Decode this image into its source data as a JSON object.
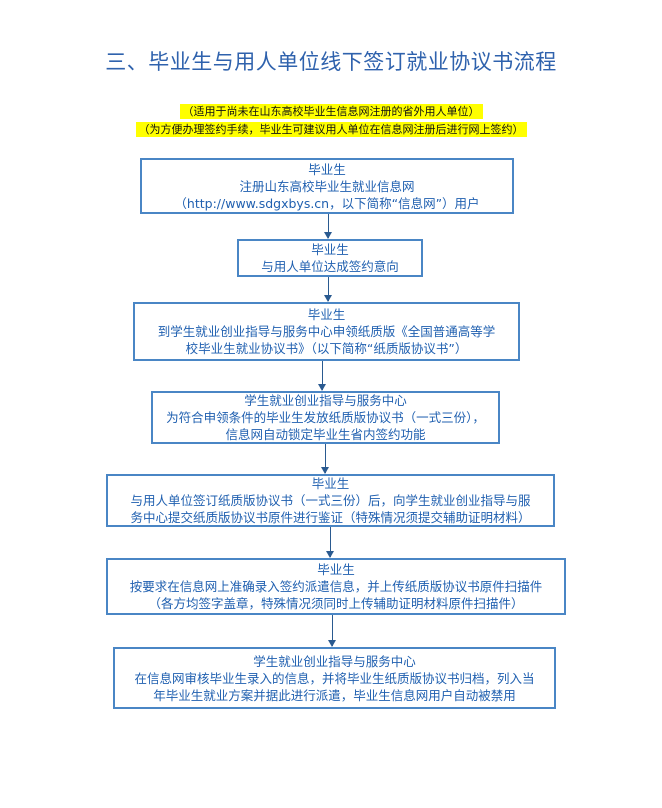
{
  "title": "三、毕业生与用人单位线下签订就业协议书流程",
  "notes": [
    "（适用于尚未在山东高校毕业生信息网注册的省外用人单位）",
    "（为方便办理签约手续，毕业生可建议用人单位在信息网注册后进行网上签约）"
  ],
  "steps": [
    {
      "lines": [
        "毕业生",
        "注册山东高校毕业生就业信息网",
        "（http://www.sdgxbys.cn，以下简称“信息网”）用户"
      ]
    },
    {
      "lines": [
        "毕业生",
        "与用人单位达成签约意向"
      ]
    },
    {
      "lines": [
        "毕业生",
        "到学生就业创业指导与服务中心申领纸质版《全国普通高等学",
        "校毕业生就业协议书》（以下简称“纸质版协议书”）"
      ]
    },
    {
      "lines": [
        "学生就业创业指导与服务中心",
        "为符合申领条件的毕业生发放纸质版协议书（一式三份），",
        "信息网自动锁定毕业生省内签约功能"
      ]
    },
    {
      "lines": [
        "毕业生",
        "与用人单位签订纸质版协议书（一式三份）后，向学生就业创业指导与服",
        "务中心提交纸质版协议书原件进行鉴证（特殊情况须提交辅助证明材料）"
      ]
    },
    {
      "lines": [
        "毕业生",
        "按要求在信息网上准确录入签约派遣信息，并上传纸质版协议书原件扫描件",
        "（各方均签字盖章，特殊情况须同时上传辅助证明材料原件扫描件）"
      ]
    },
    {
      "lines": [
        "学生就业创业指导与服务中心",
        "在信息网审核毕业生录入的信息，并将毕业生纸质版协议书归档，列入当",
        "年毕业生就业方案并据此进行派遣，毕业生信息网用户自动被禁用"
      ]
    }
  ]
}
